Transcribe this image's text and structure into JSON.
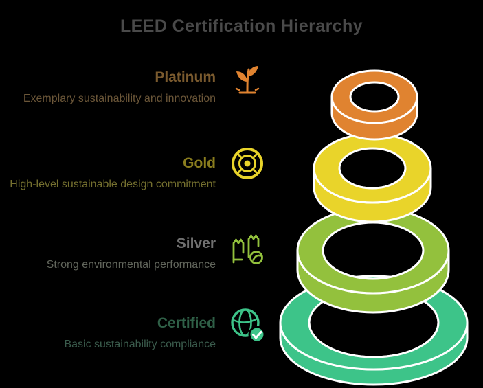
{
  "title": "LEED Certification Hierarchy",
  "colors": {
    "background": "#000000",
    "title_text": "#4A4A4A",
    "ring_outline": "#FFFFFF",
    "platinum": "#E08330",
    "gold": "#E9D42A",
    "silver": "#93C13D",
    "certified": "#3DC489"
  },
  "tiers": [
    {
      "name": "Platinum",
      "description": "Exemplary sustainability and innovation",
      "color": "#E08330",
      "label_color": "#7A5A2E",
      "desc_color": "#6B5638",
      "icon": "plant-icon"
    },
    {
      "name": "Gold",
      "description": "High-level sustainable design commitment",
      "color": "#E9D42A",
      "label_color": "#8A7D1E",
      "desc_color": "#75702F",
      "icon": "target-icon"
    },
    {
      "name": "Silver",
      "description": "Strong environmental performance",
      "color": "#93C13D",
      "label_color": "#707070",
      "desc_color": "#62665C",
      "icon": "hands-holding-leaf-icon"
    },
    {
      "name": "Certified",
      "description": "Basic sustainability compliance",
      "color": "#3DC489",
      "label_color": "#2F6047",
      "desc_color": "#3A5B4C",
      "icon": "globe-check-icon"
    }
  ]
}
